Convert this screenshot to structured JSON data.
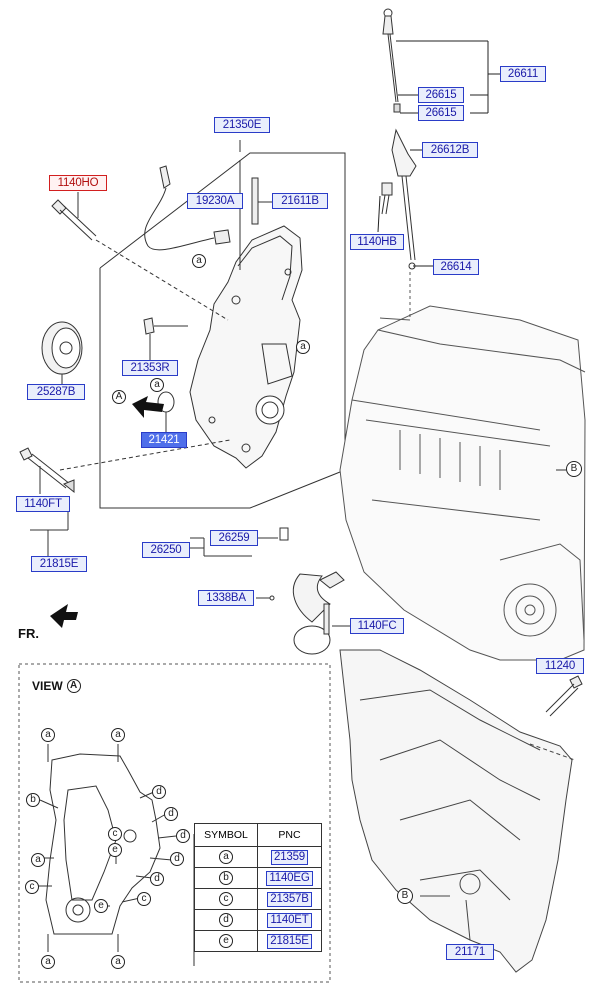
{
  "labels": {
    "l_26611": "26611",
    "l_26615a": "26615",
    "l_26615b": "26615",
    "l_26612b": "26612B",
    "l_21350e": "21350E",
    "l_1140ho": "1140HO",
    "l_19230a": "19230A",
    "l_21611b": "21611B",
    "l_1140hb": "1140HB",
    "l_26614": "26614",
    "l_21353r": "21353R",
    "l_25287b": "25287B",
    "l_21421": "21421",
    "l_1140ft": "1140FT",
    "l_21815e": "21815E",
    "l_26259": "26259",
    "l_26250": "26250",
    "l_1338ba": "1338BA",
    "l_1140fc": "1140FC",
    "l_11240": "11240",
    "l_21171": "21171"
  },
  "callouts": {
    "a": "a",
    "b": "b",
    "c": "c",
    "d": "d",
    "e": "e",
    "A": "A",
    "B": "B"
  },
  "fr_label": "FR.",
  "view_label": "VIEW",
  "symbol_table": {
    "header_symbol": "SYMBOL",
    "header_pnc": "PNC",
    "rows": [
      {
        "symbol": "a",
        "pnc": "21359"
      },
      {
        "symbol": "b",
        "pnc": "1140EG"
      },
      {
        "symbol": "c",
        "pnc": "21357B"
      },
      {
        "symbol": "d",
        "pnc": "1140ET"
      },
      {
        "symbol": "e",
        "pnc": "21815E"
      }
    ]
  },
  "colors": {
    "label_border": "#2a3cc8",
    "label_text": "#1a1aa8",
    "label_fill": "#e9eefc",
    "highlight_border": "#d21f1f",
    "selected_fill": "#4f6fea",
    "line": "#222222"
  }
}
